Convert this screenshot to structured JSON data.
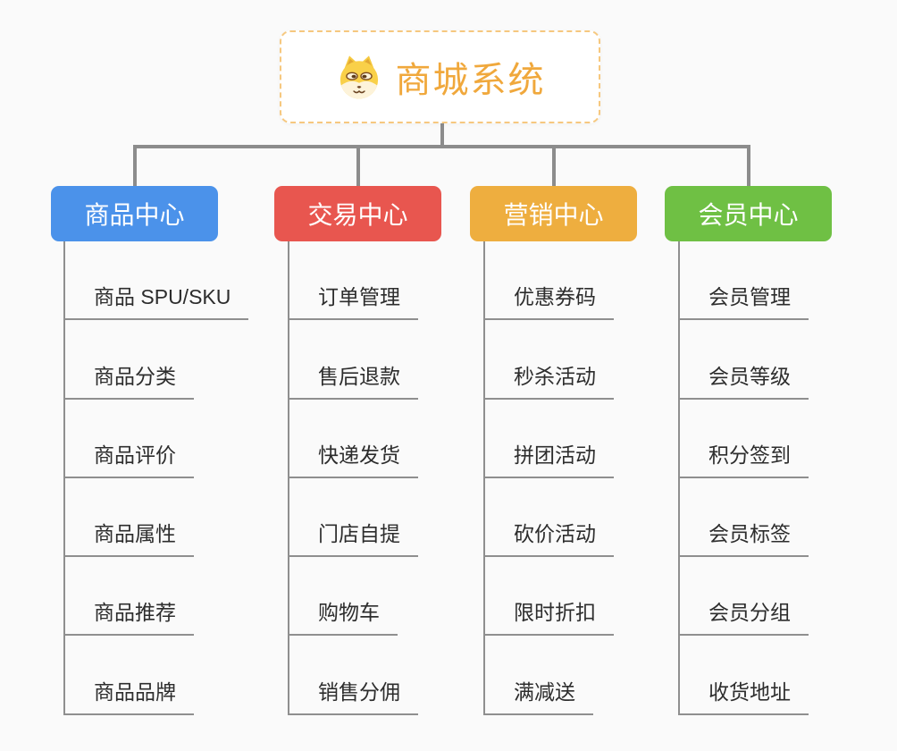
{
  "page": {
    "background": "#fafafa",
    "connector_color": "#8c8c8c",
    "underline_color": "#8f8f8f"
  },
  "root": {
    "title": "商城系统",
    "icon": "dog-face-icon",
    "title_color": "#f0a83c",
    "border_color": "#f6c87f"
  },
  "branches": [
    {
      "label": "商品中心",
      "color": "#4b92ea",
      "children": [
        "商品 SPU/SKU",
        "商品分类",
        "商品评价",
        "商品属性",
        "商品推荐",
        "商品品牌"
      ]
    },
    {
      "label": "交易中心",
      "color": "#e8564f",
      "children": [
        "订单管理",
        "售后退款",
        "快递发货",
        "门店自提",
        "购物车",
        "销售分佣"
      ]
    },
    {
      "label": "营销中心",
      "color": "#eeae3f",
      "children": [
        "优惠券码",
        "秒杀活动",
        "拼团活动",
        "砍价活动",
        "限时折扣",
        "满减送"
      ]
    },
    {
      "label": "会员中心",
      "color": "#6fc044",
      "children": [
        "会员管理",
        "会员等级",
        "积分签到",
        "会员标签",
        "会员分组",
        "收货地址"
      ]
    }
  ]
}
